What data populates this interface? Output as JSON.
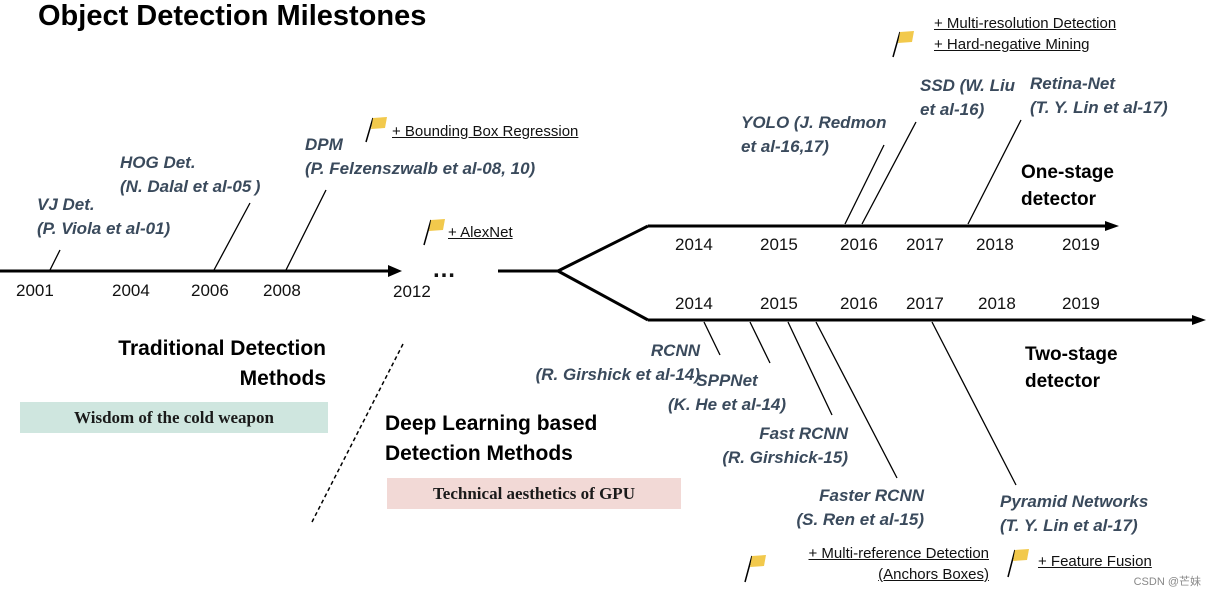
{
  "title": "Object Detection Milestones",
  "traditional": {
    "years": [
      "2001",
      "2004",
      "2006",
      "2008",
      "2012"
    ],
    "ellipsis": "…",
    "detectors": [
      {
        "name": "VJ Det.",
        "author": "(P. Viola et al-01)"
      },
      {
        "name": "HOG Det.",
        "author": "(N. Dalal et al-05 )"
      },
      {
        "name": "DPM",
        "author": "(P. Felzenszwalb et al-08, 10)"
      }
    ],
    "notes": [
      "+ Bounding Box Regression",
      "+ AlexNet"
    ],
    "section_line1": "Traditional Detection",
    "section_line2": "Methods",
    "tag": "Wisdom of the cold weapon"
  },
  "deep": {
    "section_line1": "Deep Learning based",
    "section_line2": "Detection Methods",
    "tag": "Technical aesthetics of GPU"
  },
  "one_stage": {
    "label_line1": "One-stage",
    "label_line2": "detector",
    "years": [
      "2014",
      "2015",
      "2016",
      "2017",
      "2018",
      "2019"
    ],
    "detectors": [
      {
        "name": "YOLO (J. Redmon",
        "author": "et al-16,17)"
      },
      {
        "name": "SSD (W. Liu",
        "author": "et al-16)"
      },
      {
        "name": "Retina-Net",
        "author": "(T. Y. Lin et al-17)"
      }
    ],
    "notes": [
      "+ Multi-resolution Detection",
      "+ Hard-negative Mining"
    ]
  },
  "two_stage": {
    "label_line1": "Two-stage",
    "label_line2": "detector",
    "years": [
      "2014",
      "2015",
      "2016",
      "2017",
      "2018",
      "2019"
    ],
    "detectors": [
      {
        "name": "RCNN",
        "author": "(R. Girshick et al-14)"
      },
      {
        "name": "SPPNet",
        "author": "(K. He et al-14)"
      },
      {
        "name": "Fast RCNN",
        "author": "(R. Girshick-15)"
      },
      {
        "name": "Faster RCNN",
        "author": "(S. Ren et al-15)"
      },
      {
        "name": "Pyramid Networks",
        "author": "(T. Y. Lin et al-17)"
      }
    ],
    "notes": [
      "+ Multi-reference Detection",
      "(Anchors Boxes)",
      "+ Feature Fusion"
    ]
  },
  "colors": {
    "line": "#000000",
    "detector_text": "#3a4a5c",
    "flag": "#f2c94c",
    "tag_traditional_bg": "#cfe6df",
    "tag_deep_bg": "#f2d9d6"
  },
  "watermark": "CSDN @芒妹"
}
